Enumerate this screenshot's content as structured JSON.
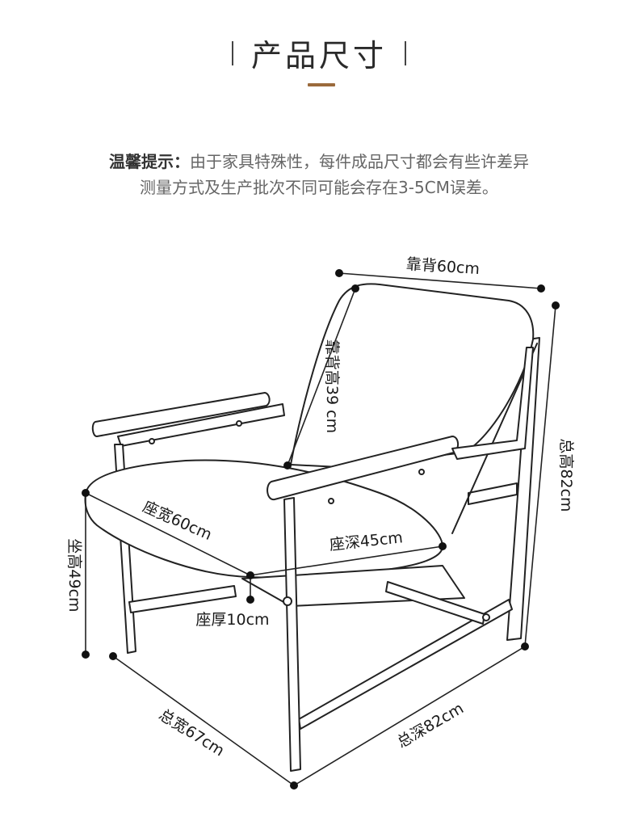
{
  "header": {
    "title": "产品尺寸",
    "accent_color": "#9b6a3c"
  },
  "notice": {
    "prefix": "温馨提示：",
    "line1": "由于家具特殊性，每件成品尺寸都会有些许差异",
    "line2": "测量方式及生产批次不同可能会存在3-5CM误差。"
  },
  "dimensions": {
    "back_width": "靠背60cm",
    "back_height": "靠背高39 cm",
    "total_height": "总高82cm",
    "seat_width": "座宽60cm",
    "seat_depth": "座深45cm",
    "seat_height": "坐高49cm",
    "seat_thickness": "座厚10cm",
    "total_width": "总宽67cm",
    "total_depth": "总深82cm"
  },
  "colors": {
    "line": "#222222",
    "dot": "#111111",
    "text": "#333333",
    "muted_text": "#666666"
  }
}
